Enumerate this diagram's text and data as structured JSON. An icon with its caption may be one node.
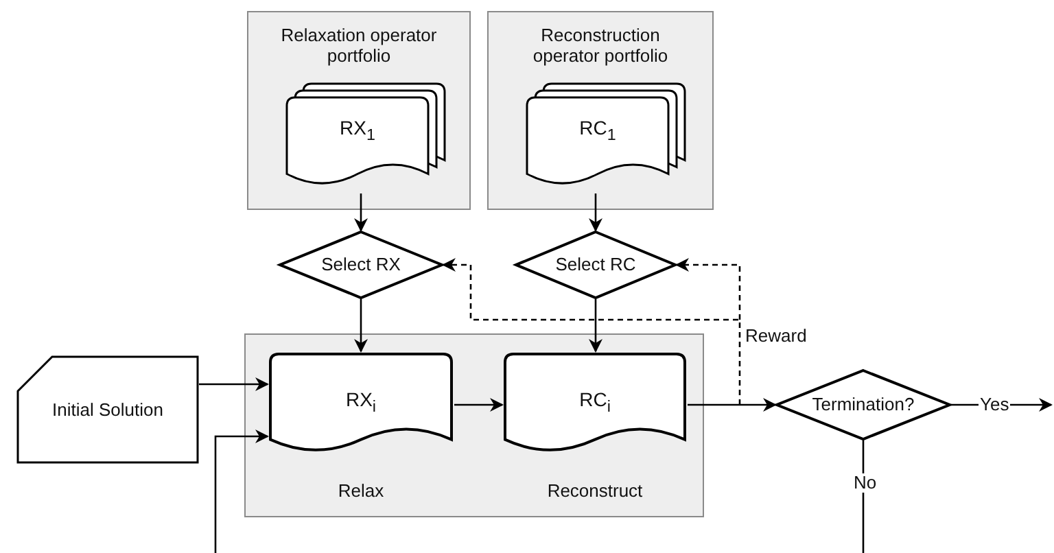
{
  "diagram": {
    "nodes": [
      {
        "text": [
          "Relaxation operator portfolio"
        ]
      },
      {
        "text": [
          "RX$_{1}$"
        ],
        "in": 0
      },
      {
        "text": [
          "Reconstruction operator portfolio"
        ]
      },
      {
        "text": [
          "RC$_{1}$"
        ],
        "in": 2
      },
      {
        "text": [
          "Select RX"
        ]
      },
      {
        "text": [
          "Select RC"
        ]
      },
      {
        "text": [],
        "shape": "box"
      },
      {
        "text": [
          "RX$_{i}$"
        ],
        "in": 6,
        "beside": [
          "Relax"
        ]
      },
      {
        "text": [
          "RC$_{i}$"
        ],
        "in": 6,
        "beside": [
          "Reconstruct"
        ]
      },
      {
        "text": [
          "Initial Solution"
        ]
      },
      {
        "text": [
          "Termination?"
        ]
      }
    ],
    "edges": [
      {
        "from": 1,
        "to": 4,
        "arrow": "to"
      },
      {
        "from": 3,
        "to": 5,
        "arrow": "to"
      },
      {
        "from": 4,
        "to": 7,
        "arrow": "to"
      },
      {
        "from": 5,
        "to": 8,
        "arrow": "to"
      },
      {
        "from": 9,
        "to": 7,
        "arrow": "to"
      },
      {
        "from": null,
        "to": 7,
        "arrow": "to"
      },
      {
        "from": 7,
        "to": 8,
        "arrow": "to"
      },
      {
        "from": 8,
        "to": 10,
        "arrow": "to"
      },
      {
        "from": 10,
        "to": null,
        "arrow": "to",
        "label": "Yes"
      },
      {
        "from": 10,
        "to": null,
        "arrow": "none",
        "label": "No"
      },
      {
        "from": null,
        "to": 4,
        "arrow": "to",
        "style": "dashed",
        "label": "Reward"
      },
      {
        "from": null,
        "to": 5,
        "arrow": "to",
        "style": "dashed"
      }
    ]
  }
}
